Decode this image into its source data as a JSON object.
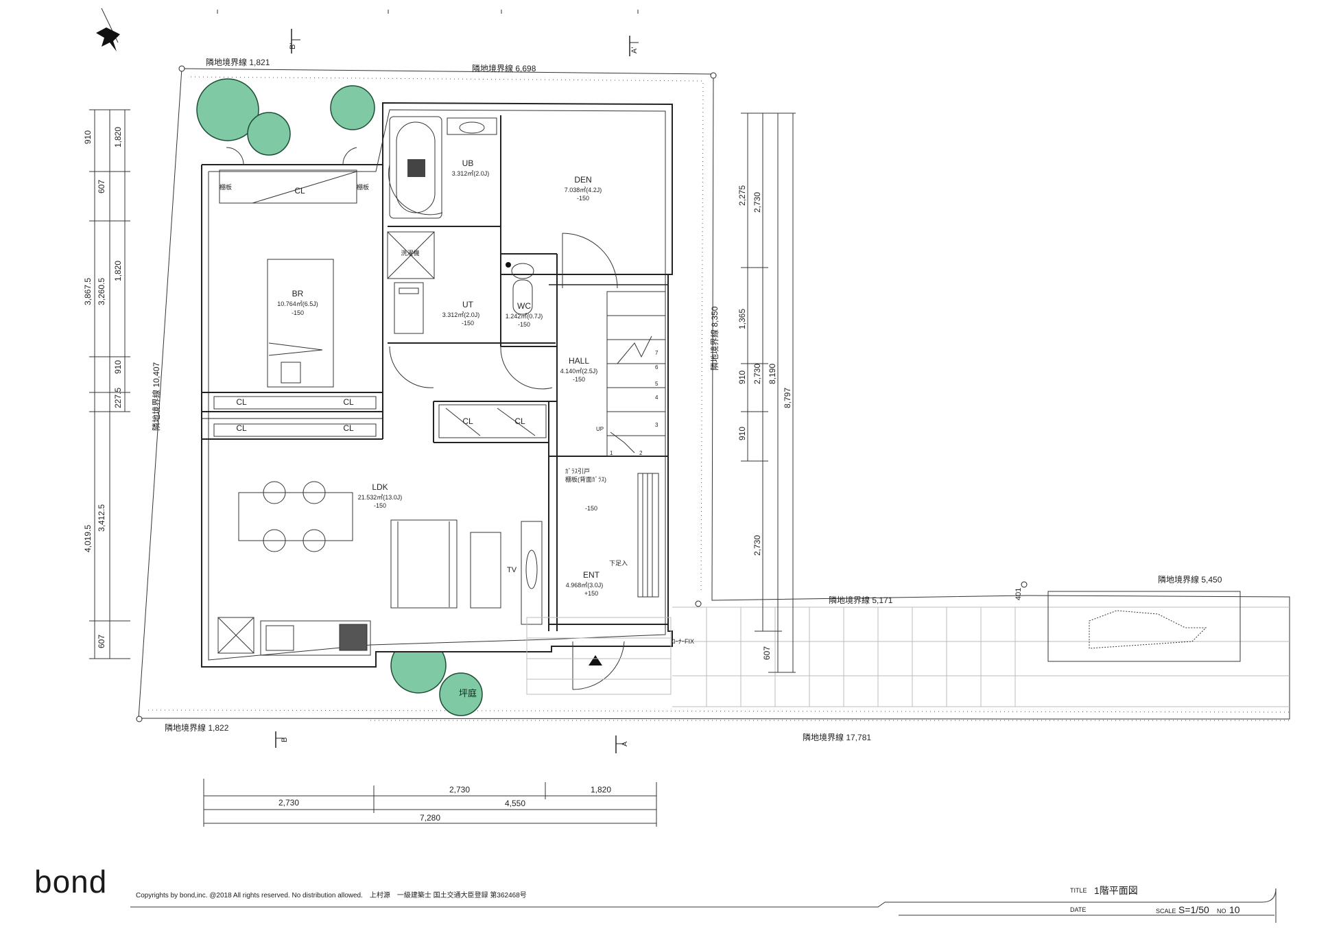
{
  "rooms": {
    "ub": {
      "name": "UB",
      "area": "3.312㎡(2.0J)"
    },
    "den": {
      "name": "DEN",
      "area": "7.038㎡(4.2J)",
      "level": "-150"
    },
    "br": {
      "name": "BR",
      "area": "10.764㎡(6.5J)",
      "level": "-150"
    },
    "ut": {
      "name": "UT",
      "area": "3.312㎡(2.0J)",
      "level": "-150"
    },
    "wc": {
      "name": "WC",
      "area": "1.242㎡(0.7J)",
      "level": "-150"
    },
    "hall": {
      "name": "HALL",
      "area": "4.140㎡(2.5J)",
      "level": "-150"
    },
    "ldk": {
      "name": "LDK",
      "area": "21.532㎡(13.0J)",
      "level": "-150"
    },
    "ent": {
      "name": "ENT",
      "area": "4.968㎡(3.0J)",
      "level": "+150",
      "level2": "-150"
    }
  },
  "labels": {
    "cl": "CL",
    "tanaita": "棚板",
    "sentakuki": "洗濯機",
    "tv": "TV",
    "up": "UP",
    "garasu": "ｶﾞﾗｽ引戸",
    "tanaita_glass": "棚板(背面ｶﾞﾗｽ)",
    "getabako": "下足入",
    "corner_fix": "ｺｰﾅｰFIX",
    "tsuboniwa": "坪庭",
    "stair_nums": [
      "1",
      "2",
      "3",
      "4",
      "5",
      "6",
      "7"
    ],
    "section_b": "B",
    "section_b2": "B'",
    "section_a": "A",
    "section_a2": "A'"
  },
  "boundaries": {
    "top_left": "隣地境界線 1,821",
    "top_right": "隣地境界線 6,698",
    "left": "隣地境界線 10,407",
    "right": "隣地境界線 8,350",
    "bottom_left": "隣地境界線 1,822",
    "bottom_right": "隣地境界線 17,781",
    "mid_right": "隣地境界線 5,171",
    "far_right": "隣地境界線 5,450",
    "small": "401"
  },
  "dims_left": {
    "a": "910",
    "b": "1,820",
    "c": "607",
    "d": "3,867.5",
    "e": "3,260.5",
    "f": "1,820",
    "g": "910",
    "h": "227.5",
    "i": "4,019.5",
    "j": "3,412.5",
    "k": "607"
  },
  "dims_right": {
    "a": "2,275",
    "b": "2,730",
    "c": "1,365",
    "d": "910",
    "e": "2,730",
    "f": "8,190",
    "g": "8,797",
    "h": "910",
    "i": "2,730",
    "j": "607"
  },
  "dims_bottom": {
    "a": "2,730",
    "b": "1,820",
    "c": "2,730",
    "d": "4,550",
    "e": "7,280"
  },
  "footer": {
    "logo": "bond",
    "copyright": "Copyrights by bond,inc. @2018 All rights reserved. No distribution allowed.　上村源　一級建築士 国土交通大臣登録 第362468号",
    "title_label": "TITLE",
    "title": "1階平面図",
    "date_label": "DATE",
    "scale_label": "SCALE",
    "scale": "S=1/50",
    "no_label": "NO",
    "no": "10"
  }
}
